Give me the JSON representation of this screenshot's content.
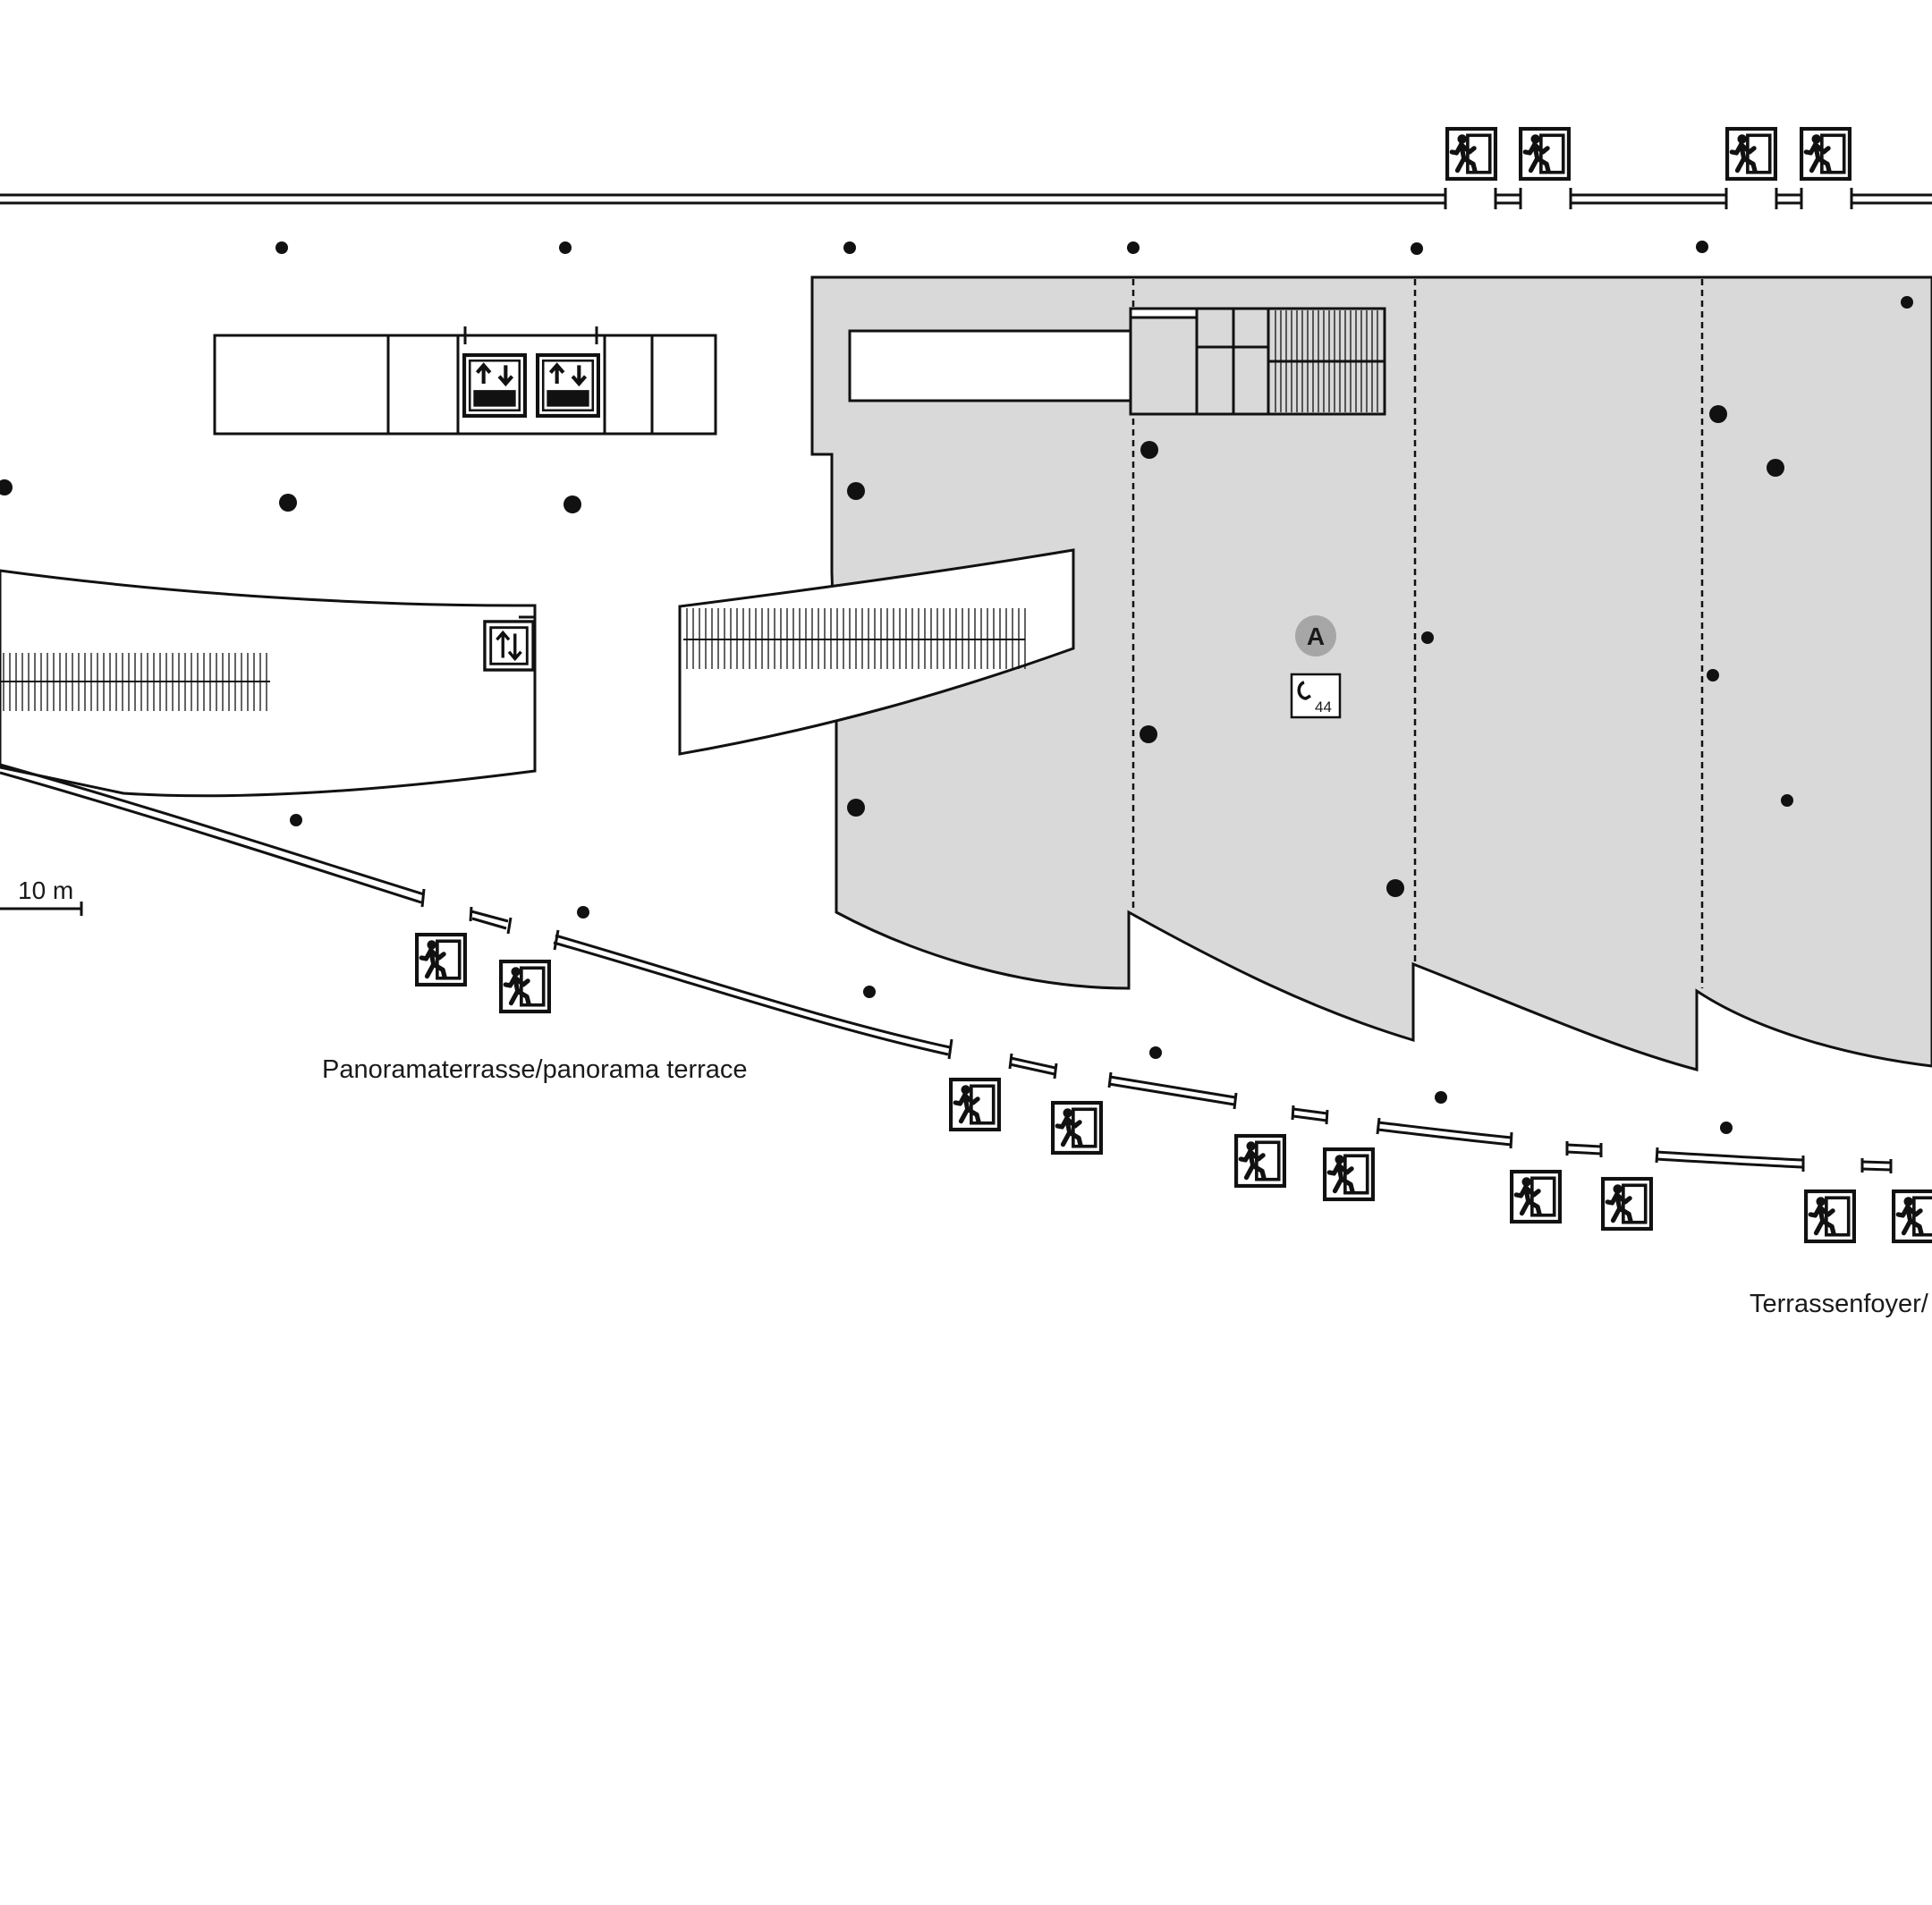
{
  "labels": {
    "scale": "10 m",
    "panorama_terrace": "Panoramaterrasse/panorama terrace",
    "terrace_foyer": "Terrassenfoyer/",
    "zone_marker": "A",
    "cloakroom_number": "44"
  },
  "icons": {
    "emergency_exit": "emergency-exit-icon",
    "elevator": "elevator-icon",
    "cloakroom": "cloakroom-hanger-icon"
  },
  "colors": {
    "hall_fill": "#d9d9d9",
    "line": "#111111",
    "zone_marker_fill": "#a6a6a6"
  }
}
